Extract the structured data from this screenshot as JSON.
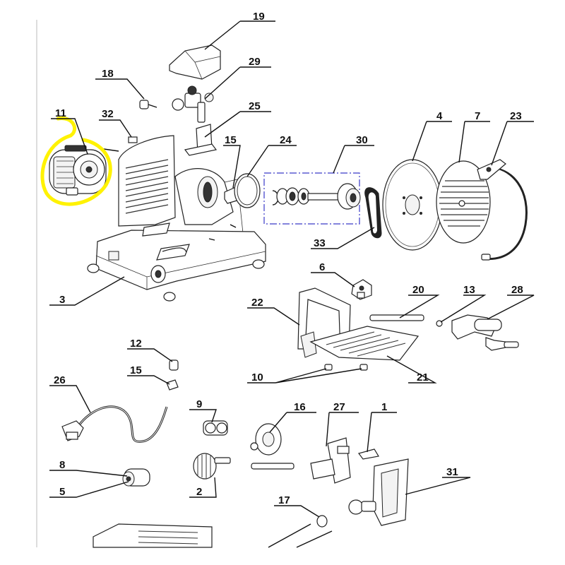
{
  "diagram": {
    "highlight_color": "#fff200",
    "dashed_box_color": "#3a3ac8",
    "callouts": [
      {
        "id": "c19",
        "text": "19"
      },
      {
        "id": "c29",
        "text": "29"
      },
      {
        "id": "c18",
        "text": "18"
      },
      {
        "id": "c25",
        "text": "25"
      },
      {
        "id": "c11",
        "text": "11"
      },
      {
        "id": "c32",
        "text": "32"
      },
      {
        "id": "c15a",
        "text": "15"
      },
      {
        "id": "c24",
        "text": "24"
      },
      {
        "id": "c30",
        "text": "30"
      },
      {
        "id": "c4",
        "text": "4"
      },
      {
        "id": "c7",
        "text": "7"
      },
      {
        "id": "c23",
        "text": "23"
      },
      {
        "id": "c33",
        "text": "33"
      },
      {
        "id": "c6",
        "text": "6"
      },
      {
        "id": "c3",
        "text": "3"
      },
      {
        "id": "c20",
        "text": "20"
      },
      {
        "id": "c13",
        "text": "13"
      },
      {
        "id": "c28",
        "text": "28"
      },
      {
        "id": "c22",
        "text": "22"
      },
      {
        "id": "c12",
        "text": "12"
      },
      {
        "id": "c15b",
        "text": "15"
      },
      {
        "id": "c10",
        "text": "10"
      },
      {
        "id": "c21",
        "text": "21"
      },
      {
        "id": "c26",
        "text": "26"
      },
      {
        "id": "c9",
        "text": "9"
      },
      {
        "id": "c16",
        "text": "16"
      },
      {
        "id": "c27",
        "text": "27"
      },
      {
        "id": "c1",
        "text": "1"
      },
      {
        "id": "c8",
        "text": "8"
      },
      {
        "id": "c31",
        "text": "31"
      },
      {
        "id": "c5",
        "text": "5"
      },
      {
        "id": "c2",
        "text": "2"
      },
      {
        "id": "c17",
        "text": "17"
      }
    ]
  }
}
